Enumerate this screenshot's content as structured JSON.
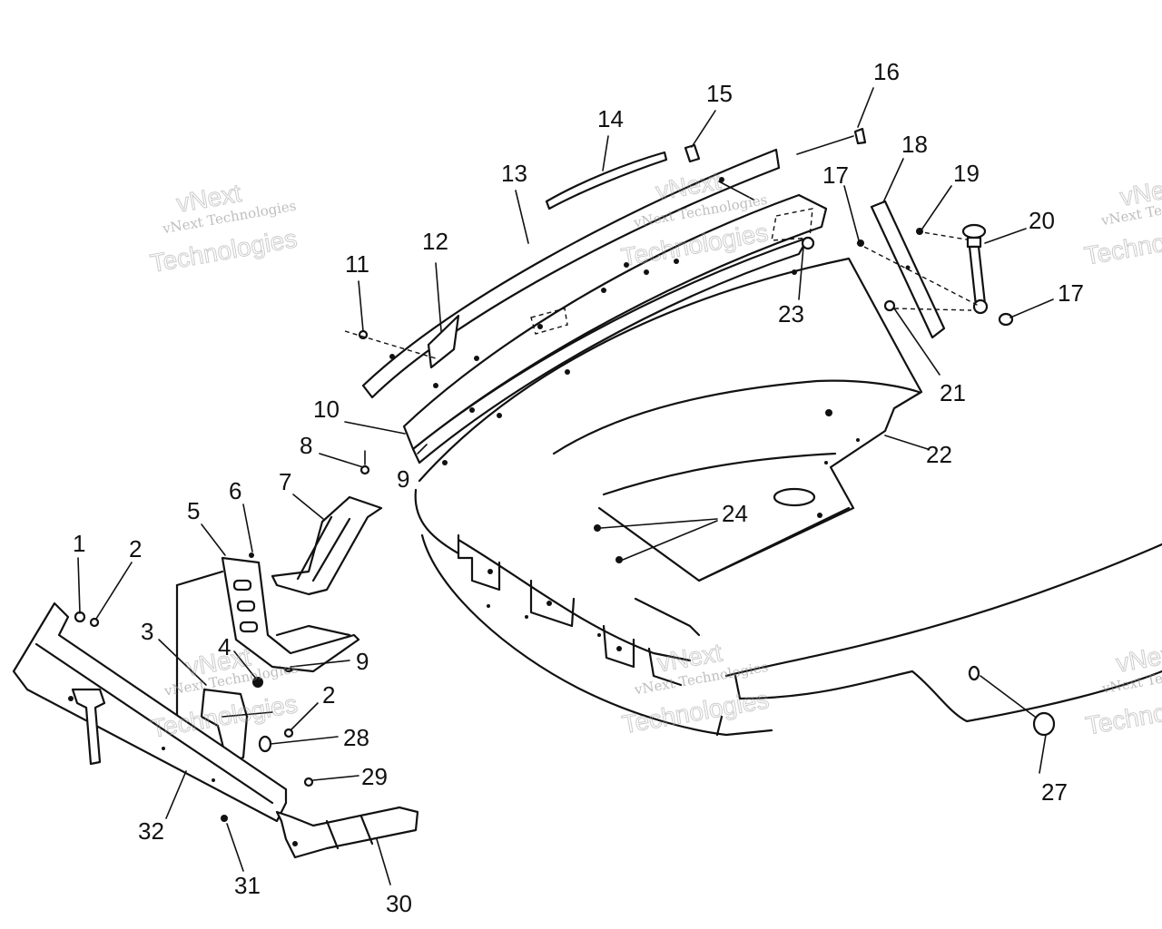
{
  "callouts": [
    "1",
    "2",
    "3",
    "4",
    "5",
    "6",
    "7",
    "8",
    "9",
    "10",
    "11",
    "12",
    "13",
    "14",
    "15",
    "16",
    "17",
    "18",
    "19",
    "20",
    "21",
    "22",
    "23",
    "24",
    "27",
    "28",
    "29",
    "30",
    "31",
    "32"
  ],
  "labels": {
    "n1": "1",
    "n2a": "2",
    "n2b": "2",
    "n3": "3",
    "n4": "4",
    "n5": "5",
    "n6": "6",
    "n7": "7",
    "n8": "8",
    "n9a": "9",
    "n9b": "9",
    "n10": "10",
    "n11": "11",
    "n12": "12",
    "n13": "13",
    "n14": "14",
    "n15": "15",
    "n16": "16",
    "n17a": "17",
    "n17b": "17",
    "n18": "18",
    "n19": "19",
    "n20": "20",
    "n21": "21",
    "n22": "22",
    "n23": "23",
    "n24": "24",
    "n27": "27",
    "n28": "28",
    "n29": "29",
    "n30": "30",
    "n31": "31",
    "n32": "32"
  },
  "watermark": {
    "text_small": "vNext Technologies",
    "text_big": "Technologies",
    "text_top": "vNext"
  }
}
